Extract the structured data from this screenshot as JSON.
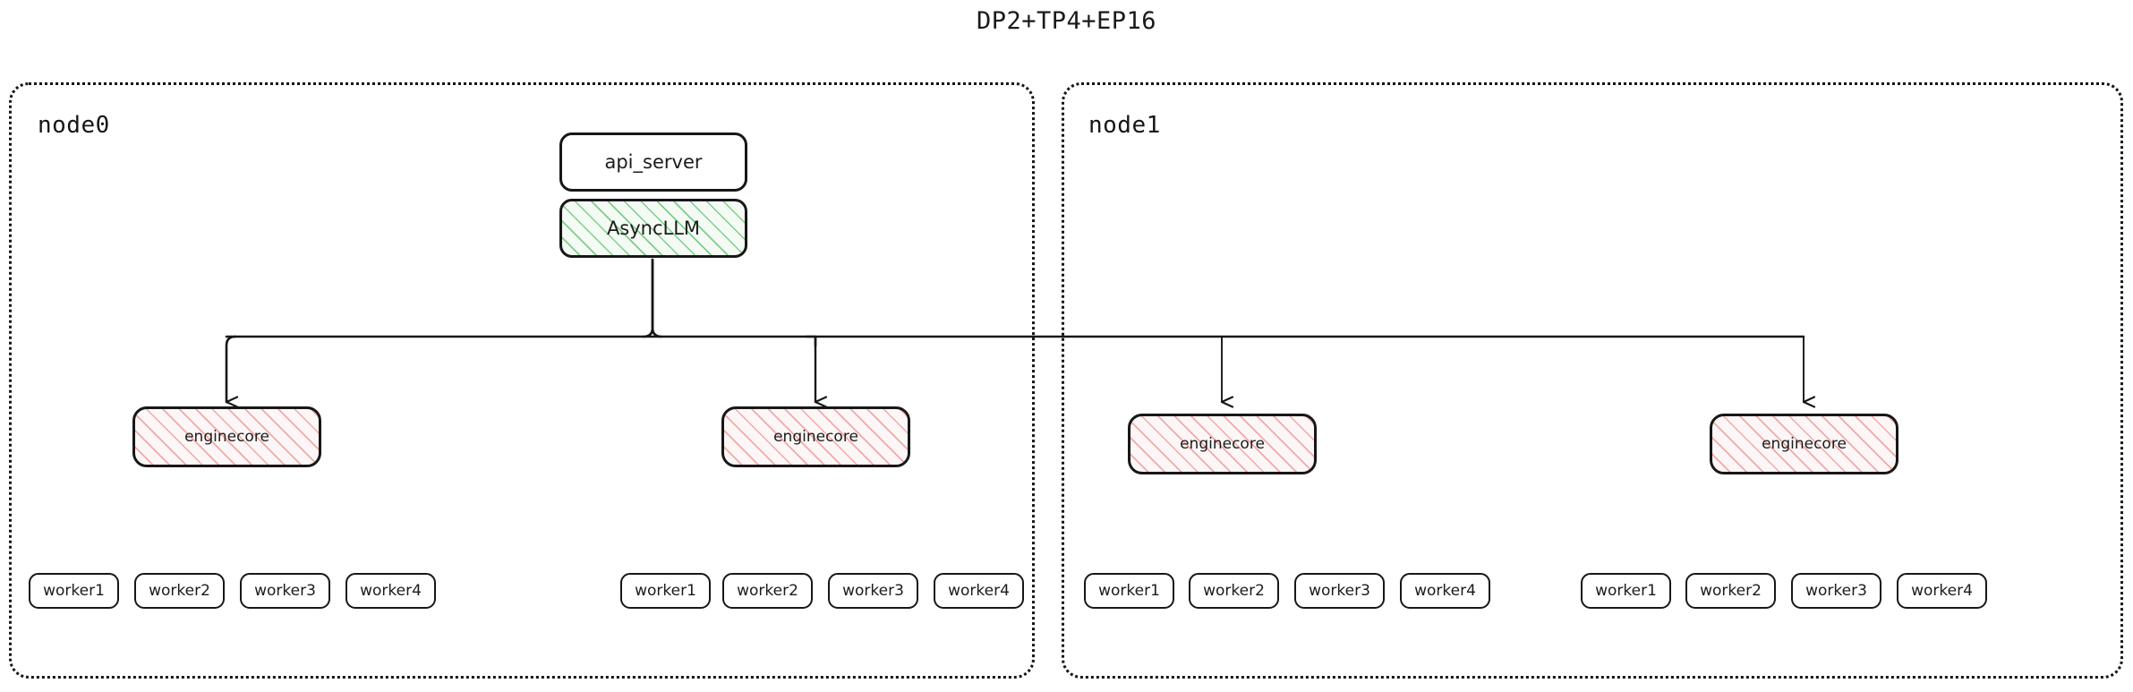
{
  "title": "DP2+TP4+EP16",
  "colors": {
    "outline": "#171717",
    "node_border": "#141414",
    "async_hatch": "#6ac47a",
    "engine_hatch": "#ec9696",
    "text": "#1b1b1b",
    "background": "#ffffff"
  },
  "nodes": [
    {
      "id": "node0",
      "label": "node0"
    },
    {
      "id": "node1",
      "label": "node1"
    }
  ],
  "components": {
    "api_server": "api_server",
    "async_llm": "AsyncLLM",
    "engine_core": "enginecore"
  },
  "engine_cores": [
    {
      "label": "enginecore",
      "node": "node0",
      "index": 0
    },
    {
      "label": "enginecore",
      "node": "node0",
      "index": 1
    },
    {
      "label": "enginecore",
      "node": "node1",
      "index": 2
    },
    {
      "label": "enginecore",
      "node": "node1",
      "index": 3
    }
  ],
  "worker_groups": [
    {
      "node": "node0",
      "engine": 0,
      "workers": [
        "worker1",
        "worker2",
        "worker3",
        "worker4"
      ]
    },
    {
      "node": "node0",
      "engine": 1,
      "workers": [
        "worker1",
        "worker2",
        "worker3",
        "worker4"
      ]
    },
    {
      "node": "node1",
      "engine": 2,
      "workers": [
        "worker1",
        "worker2",
        "worker3",
        "worker4"
      ]
    },
    {
      "node": "node1",
      "engine": 3,
      "workers": [
        "worker1",
        "worker2",
        "worker3",
        "worker4"
      ]
    }
  ],
  "connections": {
    "from": "AsyncLLM",
    "to": [
      "enginecore",
      "enginecore",
      "enginecore",
      "enginecore"
    ],
    "style": "orthogonal-bus-with-arrowheads"
  }
}
